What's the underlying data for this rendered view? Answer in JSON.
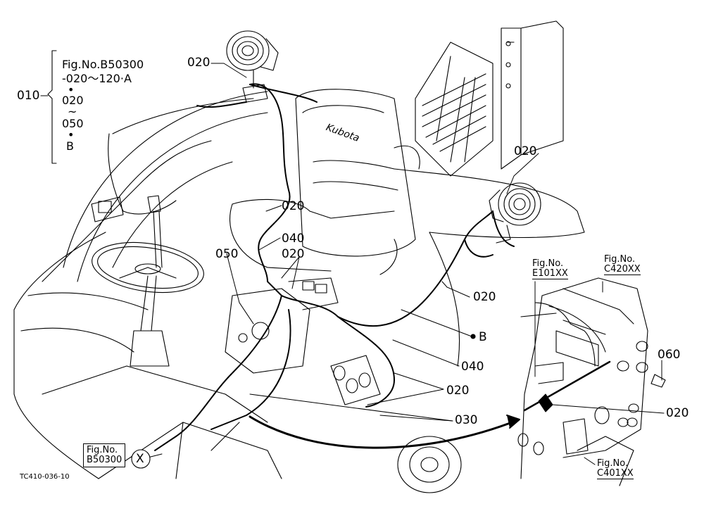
{
  "top_note": {
    "line1": "Fig.No.B50300",
    "line2": "-020～120·A",
    "line3": "•",
    "line4": "020",
    "line5": "~",
    "line6": "050",
    "line7": "•",
    "line8": "B"
  },
  "part_labels": {
    "p010": "010",
    "p020_a": "020",
    "p020_b": "020",
    "p020_c": "020",
    "p040_a": "040",
    "p050": "050",
    "p020_d": "020",
    "p020_e": "020",
    "pB": "B",
    "p040_b": "040",
    "p020_f": "020",
    "p030": "030",
    "p060": "060",
    "p020_g": "020",
    "pX": "X"
  },
  "seat_brand": "Kubota",
  "ref_boxes": {
    "e101": {
      "line1": "Fig.No.",
      "line2": "E101XX"
    },
    "c420": {
      "line1": "Fig.No.",
      "line2": "C420XX"
    },
    "c401": {
      "line1": "Fig.No.",
      "line2": "C401XX"
    },
    "b50300": {
      "line1": "Fig.No.",
      "line2": "B50300"
    }
  },
  "drawing_code": "TC410-036-10"
}
